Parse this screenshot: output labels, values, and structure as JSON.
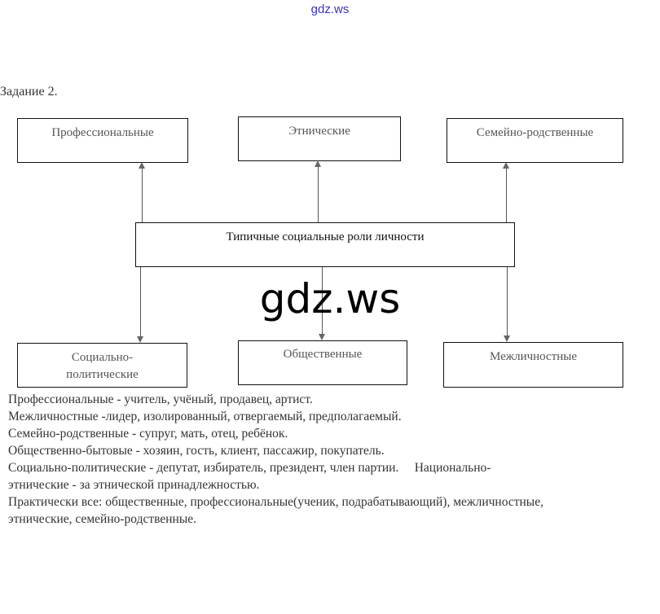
{
  "site_link": "gdz.ws",
  "heading": "Задание 2.",
  "diagram": {
    "center": "Типичные  социальные роли личности",
    "top": [
      "Профессиональные",
      "Этнические",
      "Семейно-родственные"
    ],
    "bottom": [
      "Социально-\nполитические",
      "Общественные",
      "Межличностные"
    ]
  },
  "watermark": "gdz.ws",
  "lines": [
    "Профессиональные - учитель, учёный, продавец, артист.",
    "Межличностные -лидер, изолированный, отвергаемый, предполагаемый.",
    "Семейно-родственные - супруг, мать, отец, ребёнок.",
    "Общественно-бытовые - хозяин, гость, клиент, пассажир, покупатель.",
    "Социально-политические - депутат, избиратель, президент, член партии.     Национально-",
    "этнические  - за этнической принадлежностью.",
    "Практически все: общественные, профессиональные(ученик, подрабатывающий), межличностные,",
    "этнические, семейно-родственные."
  ]
}
